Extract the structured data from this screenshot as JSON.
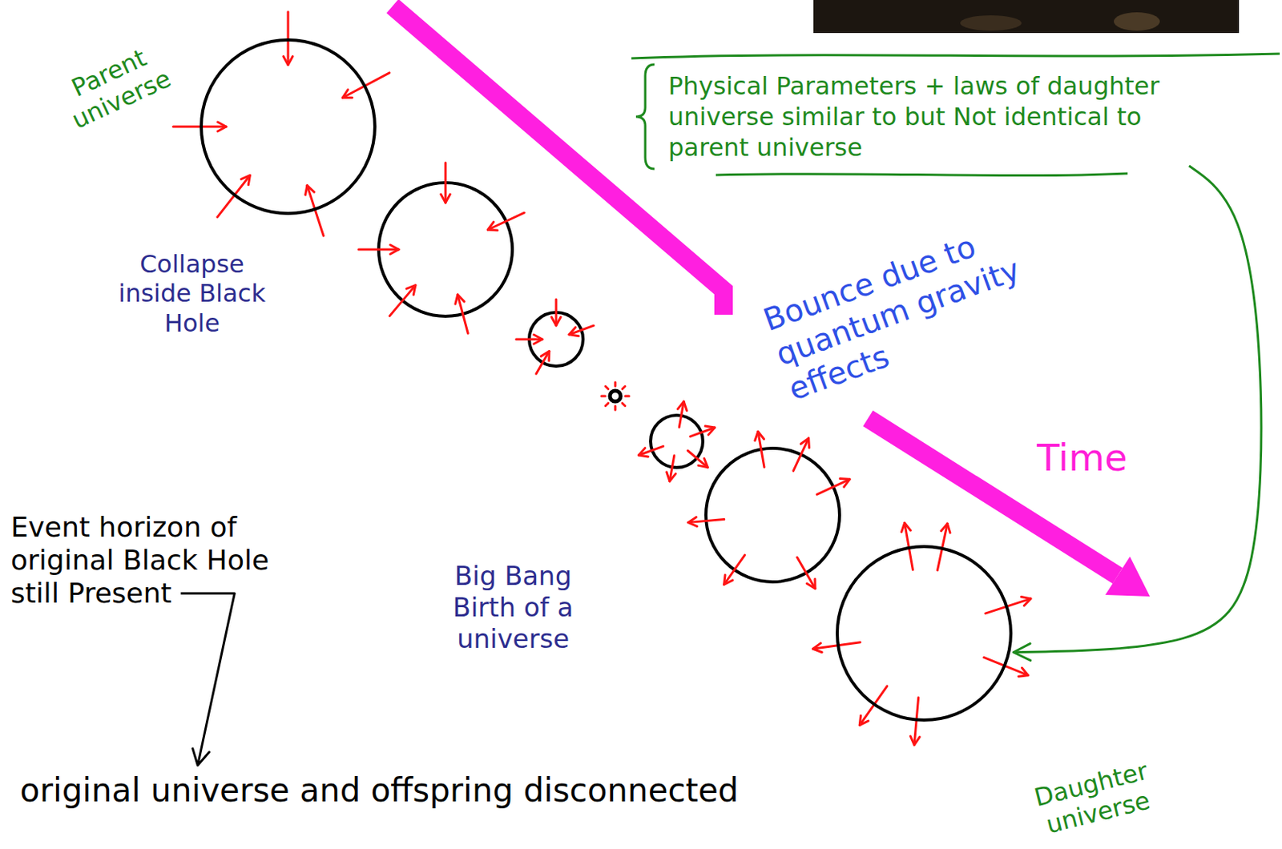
{
  "diagram": {
    "nodes": [
      {
        "text": [
          "Parent universe"
        ]
      },
      {
        "text": [
          "Physical Parameters + laws of daughter universe similar to but Not identical to parent universe"
        ]
      },
      {
        "text": [
          "Daughter universe"
        ]
      }
    ],
    "edges": [
      {
        "from": 1,
        "to": 2,
        "arrow": "to"
      }
    ],
    "labels": [
      "Collapse inside Black Hole",
      "Bounce due to quantum gravity effects",
      "Time",
      "Event horizon of original Black Hole still Present",
      "Big Bang Birth of a universe",
      "original universe and offspring disconnected"
    ]
  }
}
